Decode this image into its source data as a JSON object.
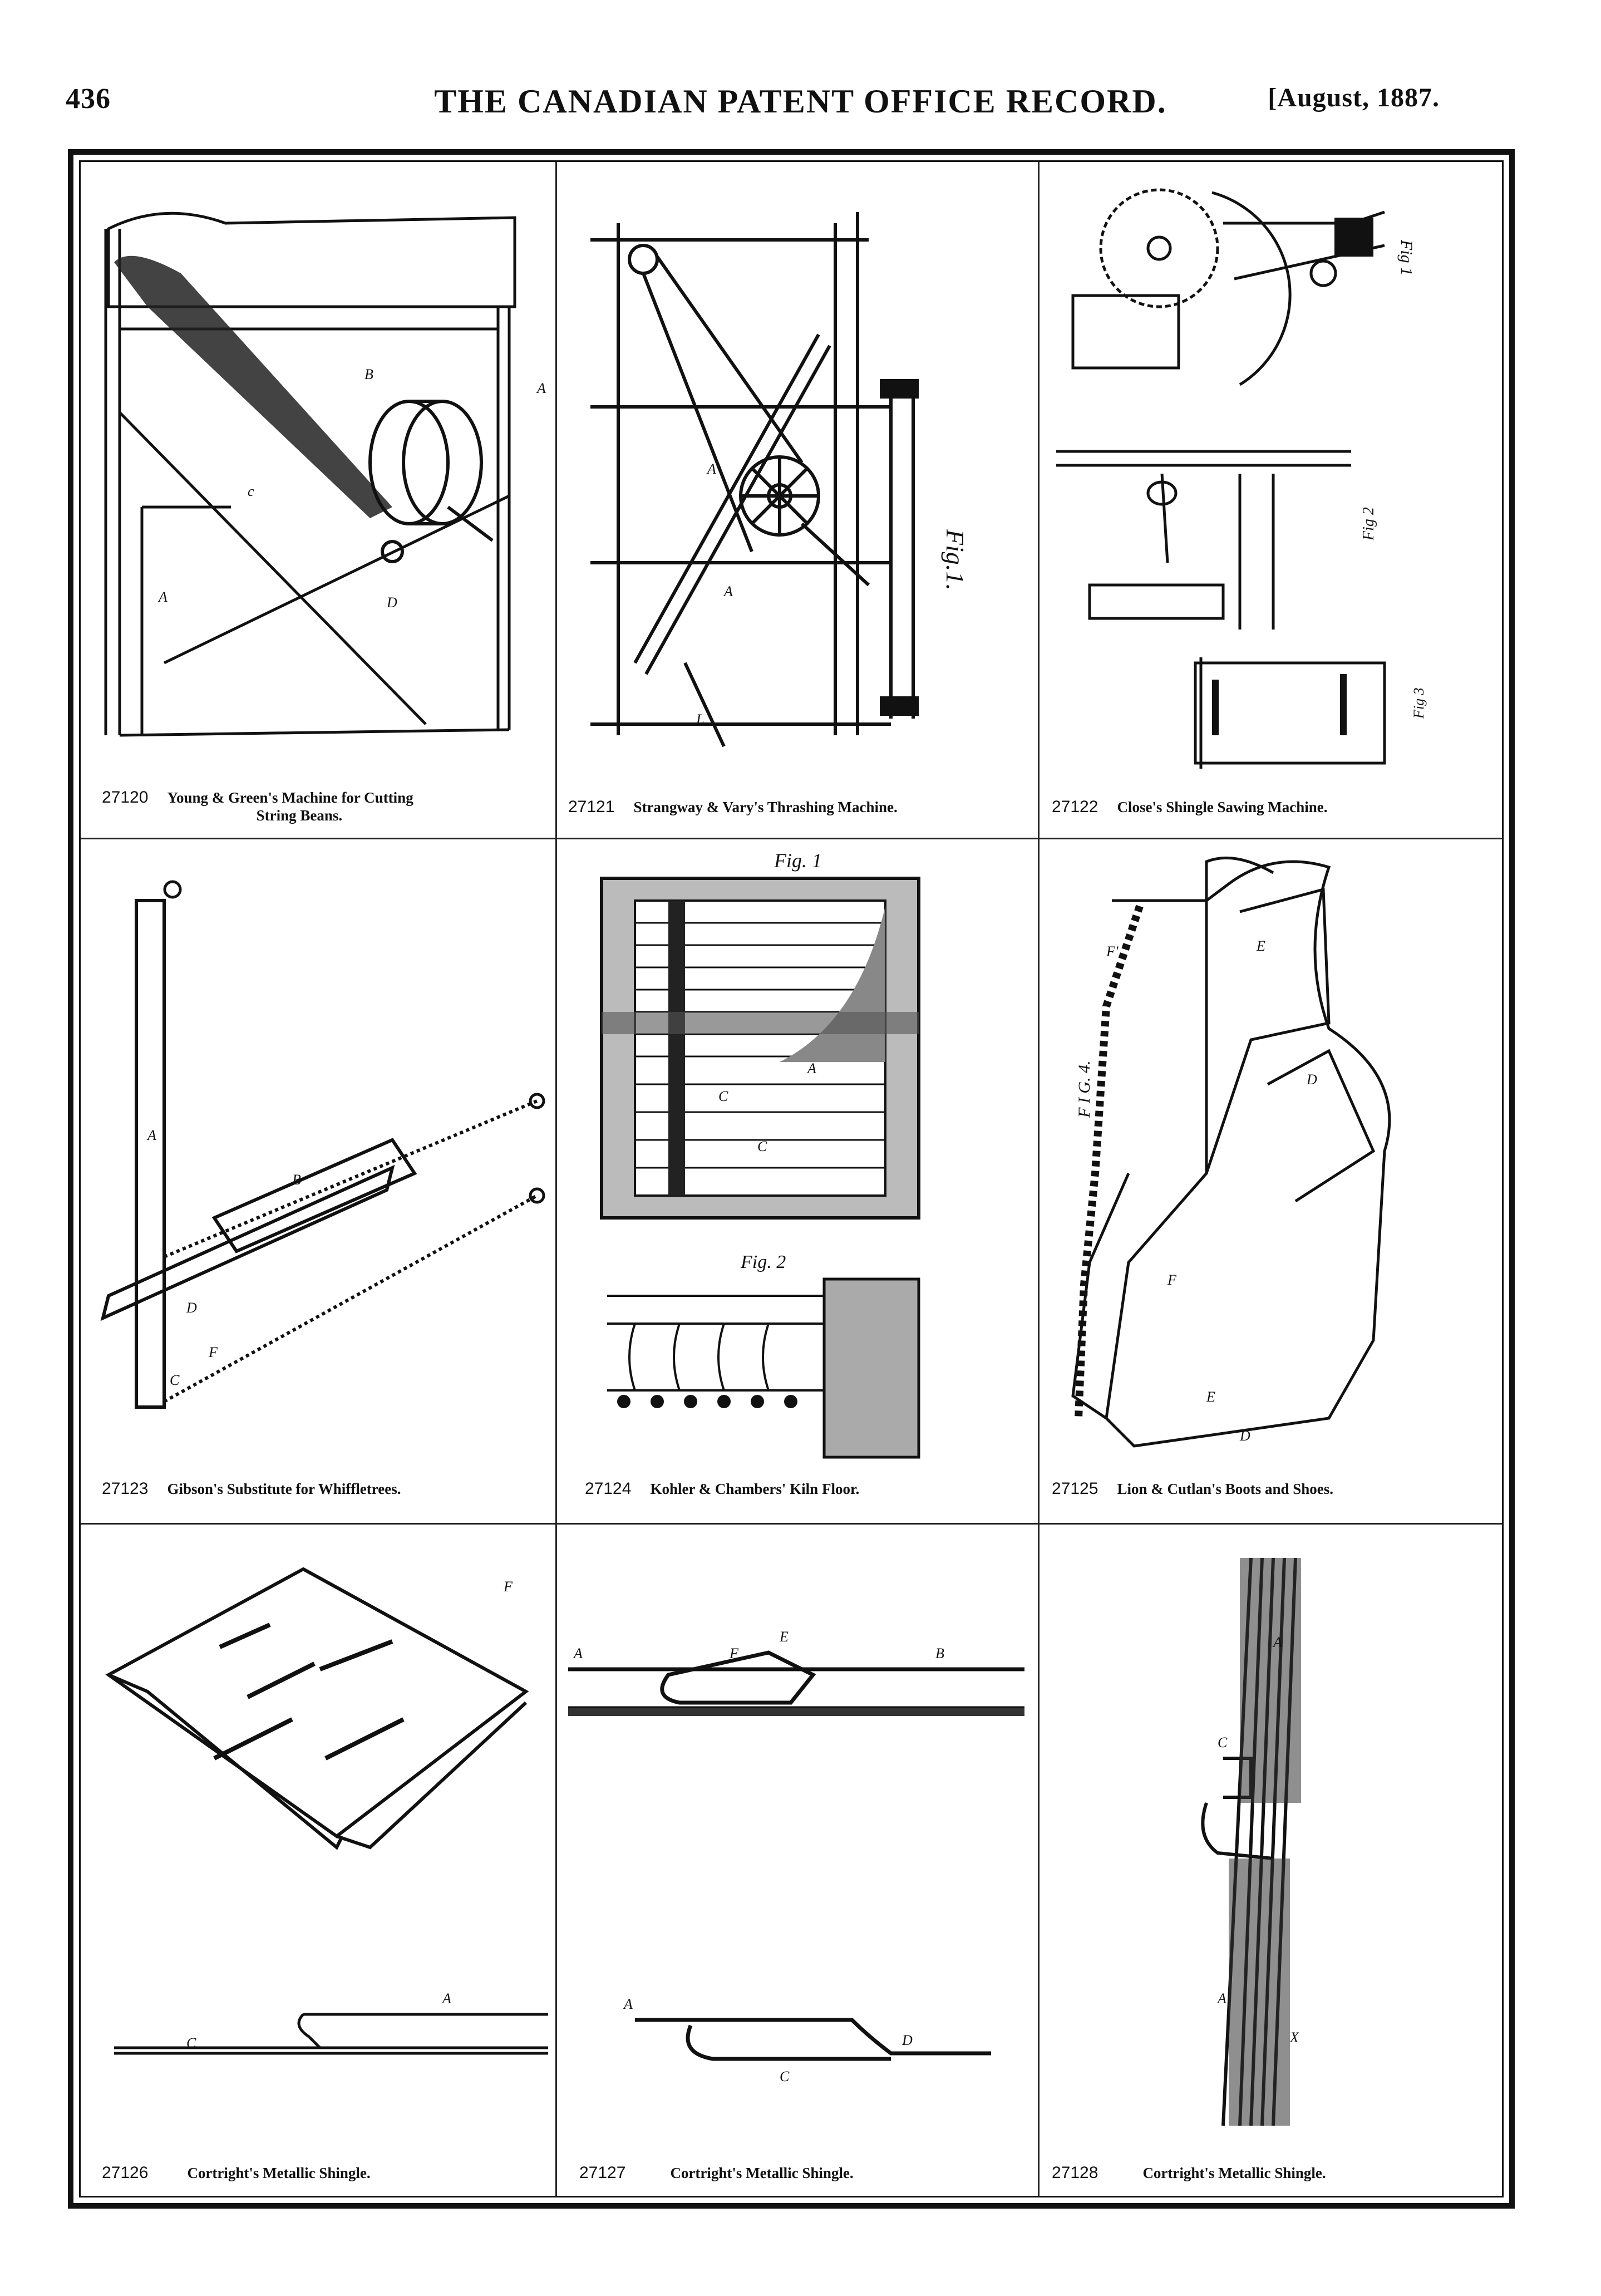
{
  "header": {
    "page_number": "436",
    "title": "THE CANADIAN PATENT OFFICE RECORD.",
    "date": "[August, 1887."
  },
  "patents": [
    {
      "number": "27120",
      "title": "Young & Green's Machine for Cutting",
      "title_line2": "String Beans."
    },
    {
      "number": "27121",
      "title": "Strangway & Vary's Thrashing Machine."
    },
    {
      "number": "27122",
      "title": "Close's Shingle Sawing Machine."
    },
    {
      "number": "27123",
      "title": "Gibson's Substitute for Whiffletrees."
    },
    {
      "number": "27124",
      "title": "Kohler & Chambers' Kiln Floor."
    },
    {
      "number": "27125",
      "title": "Lion & Cutlan's Boots and Shoes."
    },
    {
      "number": "27126",
      "title": "Cortright's Metallic Shingle."
    },
    {
      "number": "27127",
      "title": "Cortright's Metallic Shingle."
    },
    {
      "number": "27128",
      "title": "Cortright's Metallic Shingle."
    }
  ],
  "figure_labels": {
    "thrashing": "Fig.1.",
    "shingle_saw_fig1": "Fig 1",
    "shingle_saw_fig2": "Fig 2",
    "shingle_saw_fig3": "Fig 3",
    "kiln_fig1": "Fig. 1",
    "kiln_fig2": "Fig. 2",
    "boot_fig": "F I G. 4."
  }
}
